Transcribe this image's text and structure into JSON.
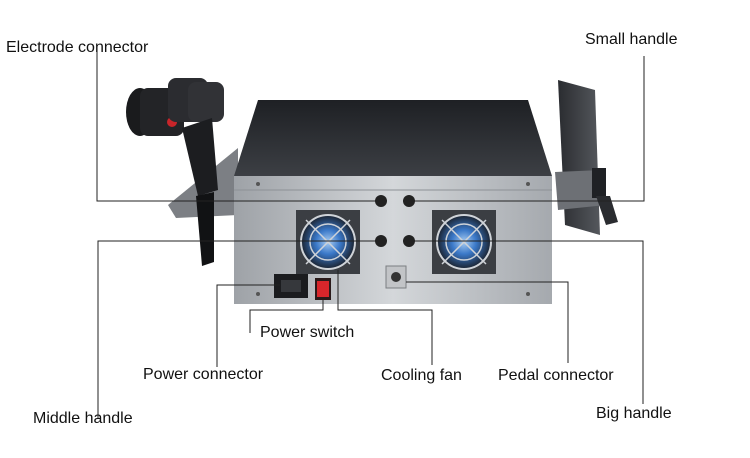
{
  "labels": {
    "electrode_connector": "Electrode connector",
    "small_handle": "Small handle",
    "power_switch": "Power switch",
    "power_connector": "Power connector",
    "cooling_fan": "Cooling fan",
    "pedal_connector": "Pedal connector",
    "middle_handle": "Middle handle",
    "big_handle": "Big handle"
  },
  "colors": {
    "leader_line": "#222222",
    "chassis_top": "#2d2f33",
    "chassis_panel": "#b9bcc0",
    "fan_blue": "#3a78c8",
    "switch_red": "#d8262b"
  }
}
